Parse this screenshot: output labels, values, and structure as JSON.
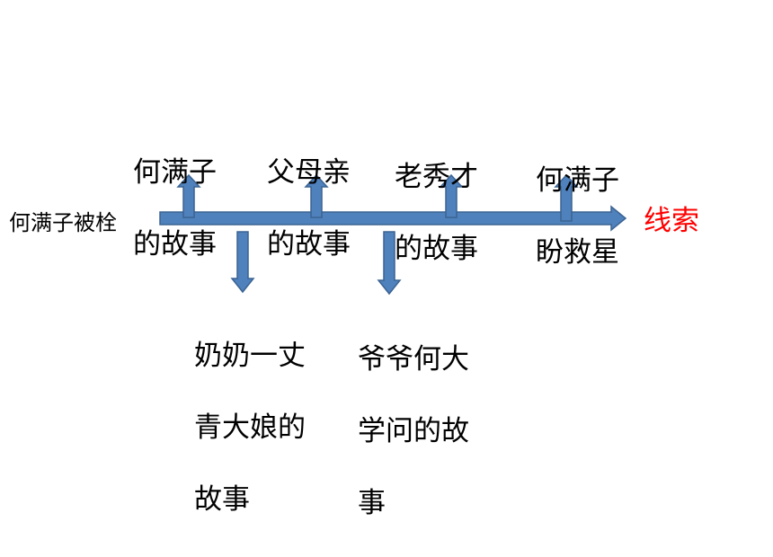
{
  "diagram": {
    "start_label": "何满子被栓",
    "end_label": "线索",
    "end_label_color": "#ff0000",
    "arrow_fill": "#4f81bd",
    "arrow_stroke": "#3b6392",
    "text_color": "#000000",
    "top_events": [
      {
        "line1": "何满子",
        "line2": "的故事"
      },
      {
        "line1": "父母亲",
        "line2": "的故事"
      },
      {
        "line1": "老秀才",
        "line2": "的故事"
      },
      {
        "line1": "何满子",
        "line2": "盼救星"
      }
    ],
    "bottom_events": [
      {
        "line1": "奶奶一丈",
        "line2": "青大娘的",
        "line3": "故事"
      },
      {
        "line1": "爷爷何大",
        "line2": "学问的故",
        "line3": "事"
      }
    ]
  }
}
